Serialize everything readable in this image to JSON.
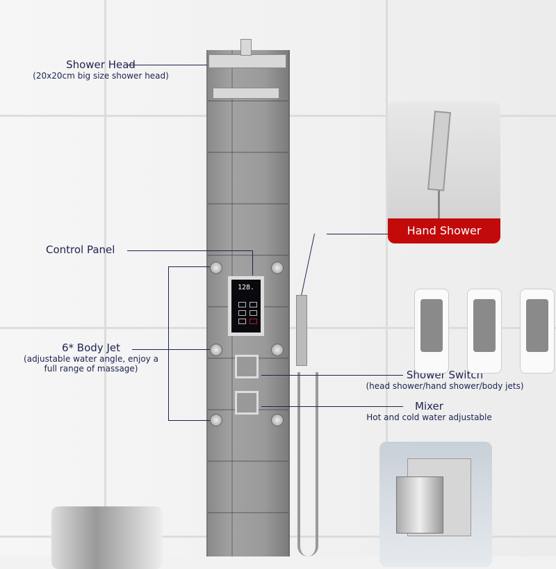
{
  "labels": {
    "shower_head": {
      "title": "Shower Head",
      "sub": "(20x20cm big size shower head)"
    },
    "control_panel": {
      "title": "Control Panel"
    },
    "body_jet": {
      "title": "6* Body Jet",
      "sub1": "(adjustable water angle, enjoy a",
      "sub2": "full range of massage)"
    },
    "shower_switch": {
      "title": "Shower Switch",
      "sub": "(head shower/hand shower/body jets)"
    },
    "mixer": {
      "title": "Mixer",
      "sub": "Hot and cold water adjustable"
    },
    "hand_shower": {
      "title": "Hand Shower"
    }
  },
  "control_display": "128.",
  "colors": {
    "accent": "#c20a0a",
    "text": "#1c2250"
  }
}
